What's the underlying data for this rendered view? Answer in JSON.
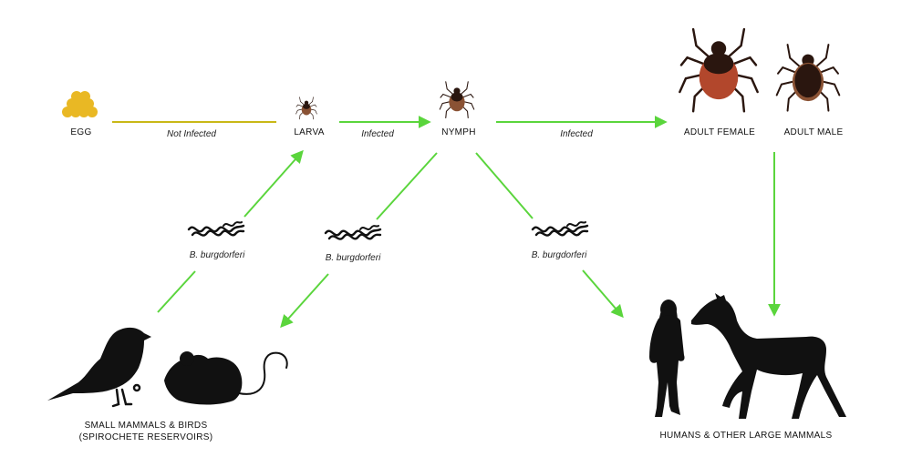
{
  "nodes": {
    "egg": "EGG",
    "larva": "LARVA",
    "nymph": "NYMPH",
    "adult_female": "ADULT FEMALE",
    "adult_male": "ADULT MALE",
    "hosts_small_line1": "SMALL MAMMALS & BIRDS",
    "hosts_small_line2": "(SPIROCHETE RESERVOIRS)",
    "hosts_large": "HUMANS & OTHER LARGE MAMMALS"
  },
  "edges": {
    "egg_to_larva": "Not Infected",
    "larva_to_nymph": "Infected",
    "nymph_to_adult": "Infected"
  },
  "bacteria": {
    "left": "B. burgdorferi",
    "middle": "B. burgdorferi",
    "right": "B. burgdorferi"
  },
  "colors": {
    "arrow_green": "#5ad53c",
    "line_yellow": "#c9b817",
    "egg_yellow": "#e9b824",
    "tick_dark": "#2a160f",
    "tick_red": "#b2472c",
    "tick_brown": "#8a5234",
    "silhouette": "#111111"
  },
  "icons": [
    "egg-cluster-icon",
    "larva-tick-icon",
    "nymph-tick-icon",
    "adult-female-tick-icon",
    "adult-male-tick-icon",
    "spirochete-icon",
    "bird-icon",
    "mouse-icon",
    "human-icon",
    "deer-icon"
  ]
}
